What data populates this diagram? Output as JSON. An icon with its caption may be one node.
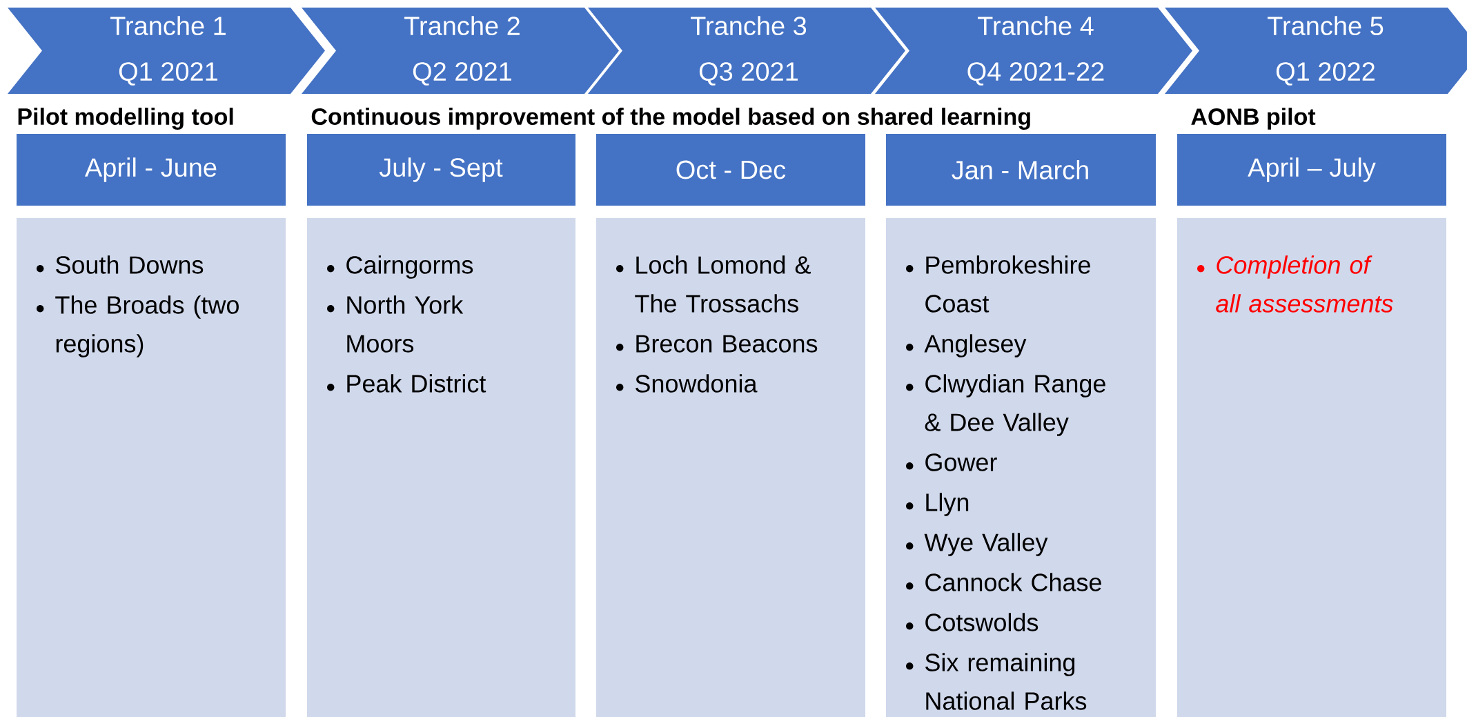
{
  "diagram": {
    "nodes": [
      {
        "text": [
          "Tranche 1",
          "Q1 2021"
        ]
      },
      {
        "text": [
          "Tranche 2",
          "Q2 2021"
        ]
      },
      {
        "text": [
          "Tranche 3",
          "Q3 2021"
        ]
      },
      {
        "text": [
          "Tranche 4",
          "Q4 2021-22"
        ]
      },
      {
        "text": [
          "Tranche 5",
          "Q1 2022"
        ]
      },
      {
        "text": [
          "April - June"
        ]
      },
      {
        "text": [
          "July - Sept"
        ]
      },
      {
        "text": [
          "Oct - Dec"
        ]
      },
      {
        "text": [
          "Jan - March"
        ]
      },
      {
        "text": [
          "April – July"
        ]
      },
      {
        "text": [
          "South Downs",
          "The Broads (two regions)"
        ]
      },
      {
        "text": [
          "Cairngorms",
          "North York Moors",
          "Peak District"
        ]
      },
      {
        "text": [
          "Loch Lomond & The Trossachs",
          "Brecon Beacons",
          "Snowdonia"
        ]
      },
      {
        "text": [
          "Pembrokeshire Coast",
          "Anglesey",
          "Clwydian Range & Dee Valley",
          "Gower",
          "Llyn",
          "Wye Valley",
          "Cannock Chase",
          "Cotswolds",
          "Six remaining National Parks"
        ]
      },
      {
        "text": [
          "Completion of all assessments"
        ]
      }
    ],
    "labels": [
      "Pilot modelling tool",
      "Continuous improvement of the model based on shared learning",
      "AONB pilot"
    ]
  }
}
